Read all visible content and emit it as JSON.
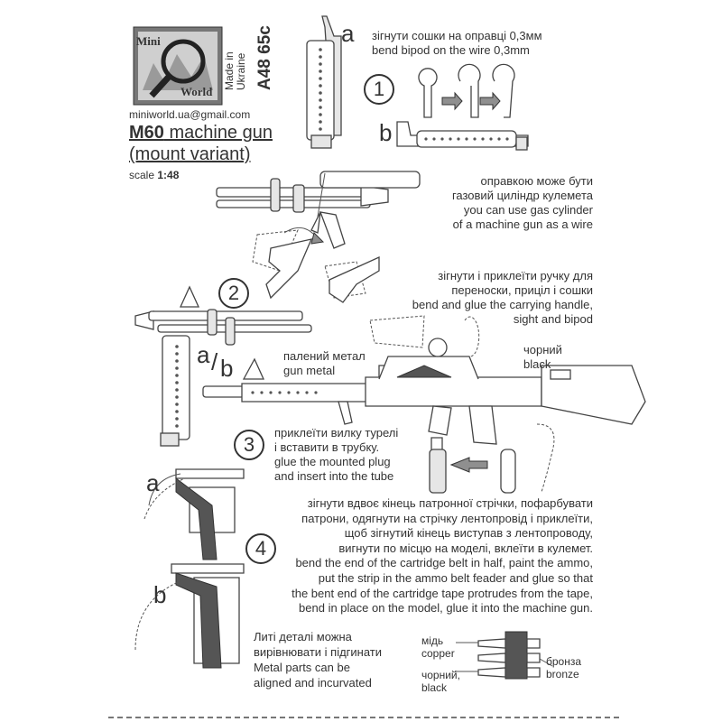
{
  "logo": {
    "word1": "Mini",
    "word2": "World"
  },
  "made_in": {
    "line1": "Made in",
    "line2": "Ukraine"
  },
  "product_code": "A48 65c",
  "email": "miniworld.ua@gmail.com",
  "title": {
    "model": "M60",
    "name": " machine gun",
    "variant": "(mount variant)"
  },
  "scale": {
    "label": "scale ",
    "value": "1:48"
  },
  "parts": {
    "a": "a",
    "b": "b",
    "ab_a": "a",
    "ab_slash": "/",
    "ab_b": "b"
  },
  "steps": {
    "s1": {
      "num": "1",
      "uk": "зігнути сошки на оправці 0,3мм",
      "en": "bend bipod on the wire 0,3mm"
    },
    "wire_note": {
      "uk1": "оправкою може бути",
      "uk2": "газовий циліндр кулемета",
      "en1": "you can use gas cylinder",
      "en2": "of a machine gun as a wire"
    },
    "s2": {
      "num": "2",
      "uk1": "зігнути і приклеїти ручку для",
      "uk2": "переноски, приціл і сошки",
      "en1": "bend and glue the carrying handle,",
      "en2": "sight and bipod"
    },
    "s3": {
      "num": "3",
      "uk1": "приклеїти вилку турелі",
      "uk2": "і вставити в трубку.",
      "en1": "glue the mounted plug",
      "en2": "and insert into the tube"
    },
    "s4": {
      "num": "4",
      "lines": [
        "зігнути вдвоє кінець патронної стрічки, пофарбувати",
        "патрони, одягнути на стрічку лентопровід і приклеїти,",
        "щоб зігнутий кінець виступав з лентопроводу,",
        "вигнути по місцю на моделі, вклеїти в кулемет.",
        "bend the end of the cartridge belt in half, paint the ammo,",
        "put the strip in the ammo belt feader and glue so that",
        "the bent end of the cartridge tape protrudes from the tape,",
        "bend in place on the model, glue it into the machine gun."
      ]
    }
  },
  "colors_labels": {
    "gunmetal_uk": "палений метал",
    "gunmetal_en": "gun metal",
    "black_uk": "чорний",
    "black_en": "black",
    "copper_uk": "мідь",
    "copper_en": "copper",
    "bronze_uk": "бронза",
    "bronze_en": "bronze",
    "black2_uk": "чорний,",
    "black2_en": "black"
  },
  "footer_note": {
    "uk1": "Литі деталі можна",
    "uk2": "вирівнювати і підгинати",
    "en1": "Metal parts can be",
    "en2": "aligned and incurvated"
  }
}
